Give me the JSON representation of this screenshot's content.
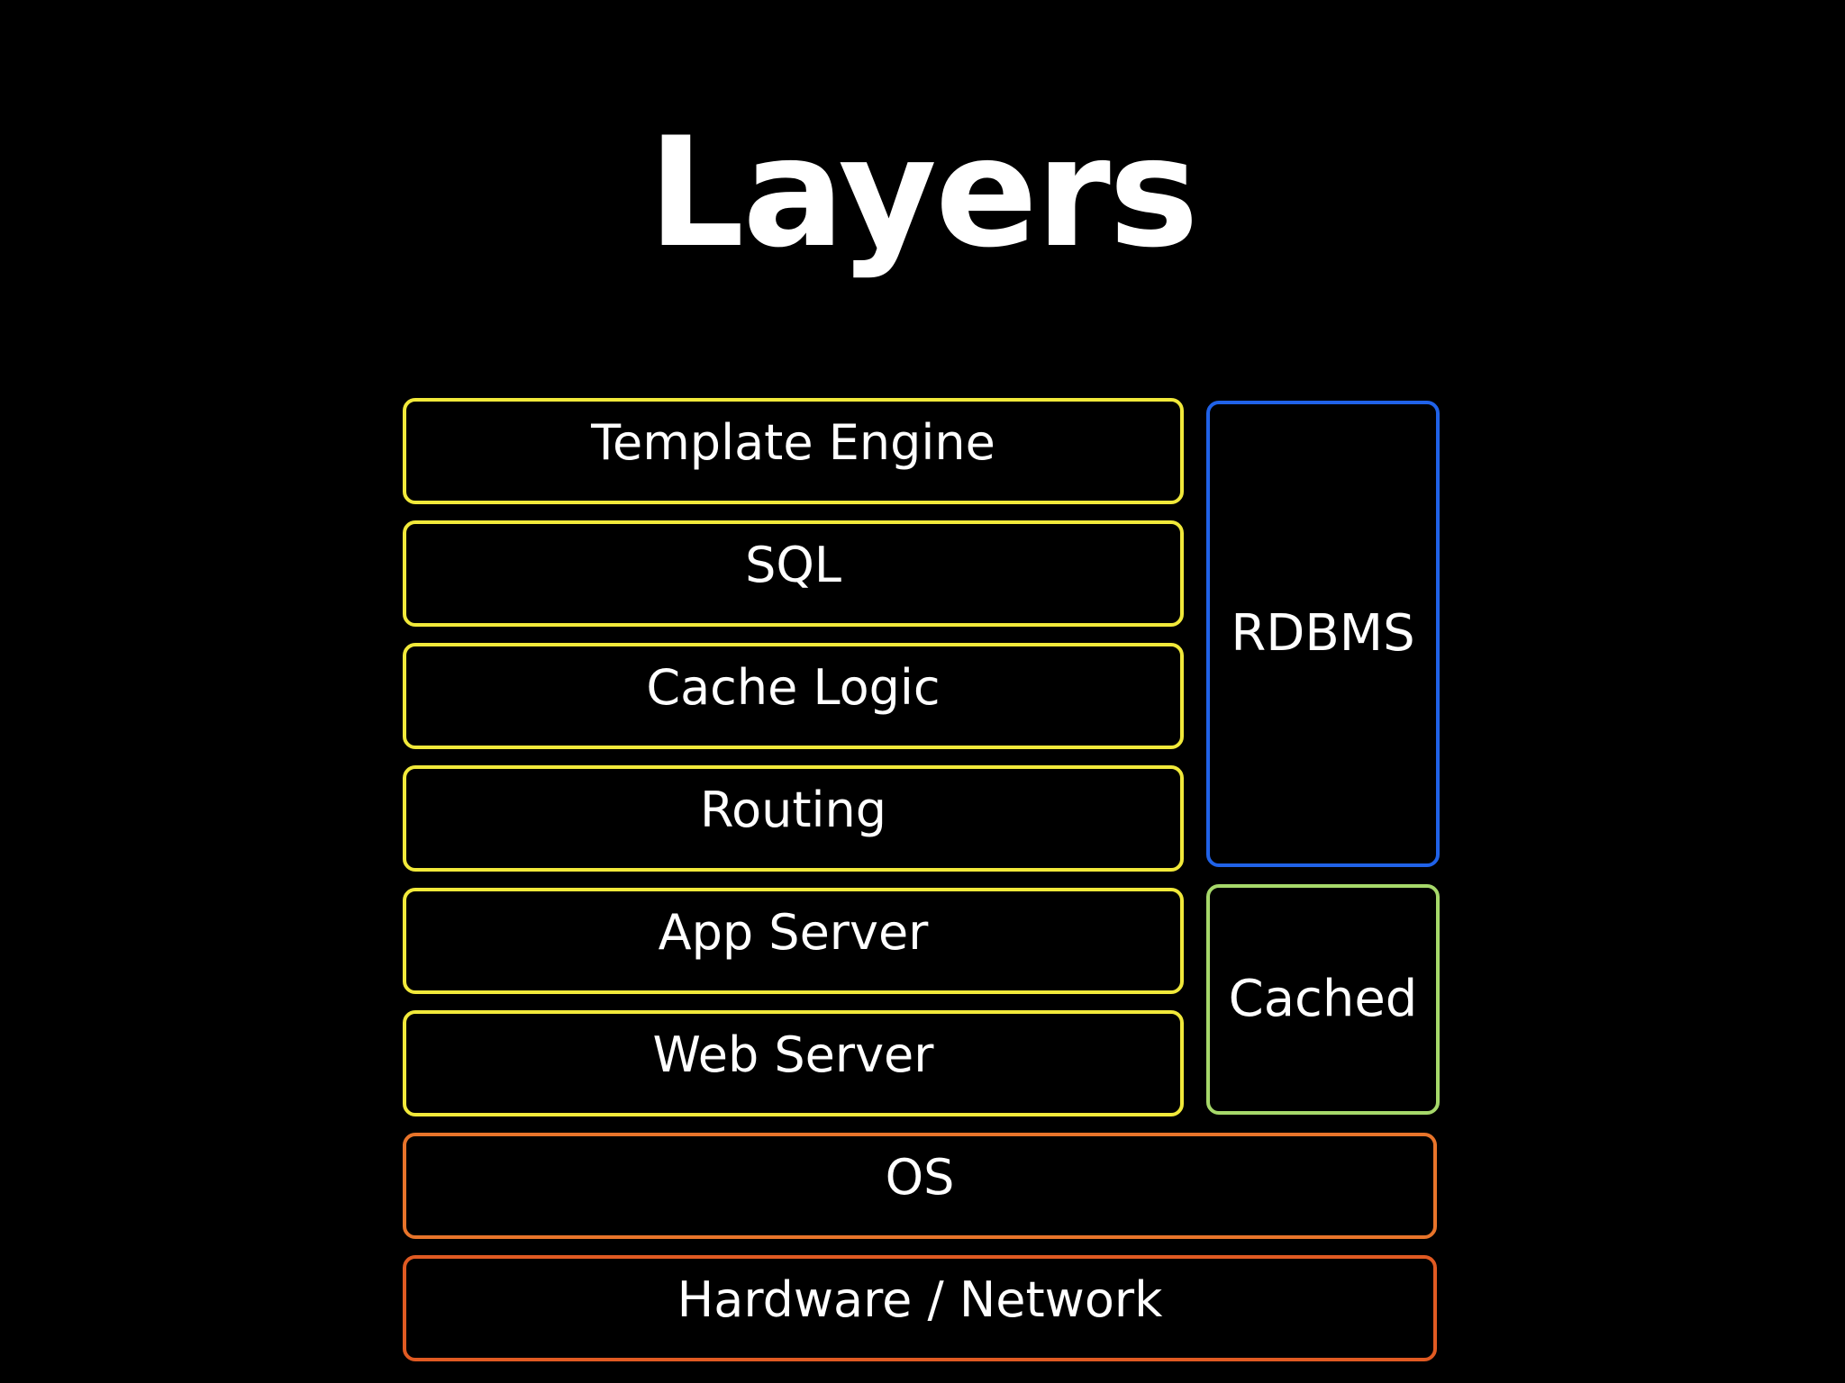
{
  "title": "Layers",
  "colors": {
    "background": "#000000",
    "text": "#ffffff",
    "app_layers_border": "#f1e93a",
    "rdbms_border": "#2062e8",
    "cached_border": "#a6d86a",
    "os_border": "#e8742a",
    "hardware_border": "#e05a22"
  },
  "layers": {
    "template_engine": "Template Engine",
    "sql": "SQL",
    "cache_logic": "Cache Logic",
    "routing": "Routing",
    "app_server": "App Server",
    "web_server": "Web Server",
    "os": "OS",
    "hardware_network": "Hardware / Network"
  },
  "side": {
    "rdbms": "RDBMS",
    "cached": "Cached"
  }
}
